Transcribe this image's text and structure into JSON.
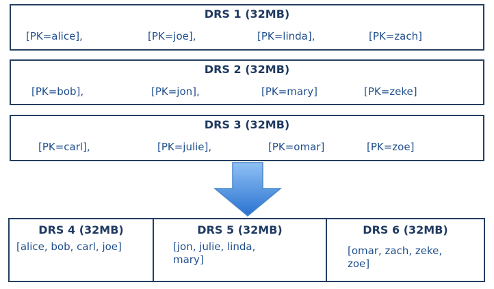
{
  "top_boxes": [
    {
      "title": "DRS 1 (32MB)",
      "keys": [
        "[PK=alice],",
        "[PK=joe],",
        "[PK=linda],",
        "[PK=zach]"
      ]
    },
    {
      "title": "DRS 2 (32MB)",
      "keys": [
        "[PK=bob],",
        "[PK=jon],",
        "[PK=mary]",
        "[PK=zeke]"
      ]
    },
    {
      "title": "DRS 3 (32MB)",
      "keys": [
        "[PK=carl],",
        "[PK=julie],",
        "[PK=omar]",
        "[PK=zoe]"
      ]
    }
  ],
  "bottom_boxes": [
    {
      "title": "DRS 4 (32MB)",
      "body": "[alice, bob, carl, joe]"
    },
    {
      "title": "DRS 5 (32MB)",
      "body": "[jon, julie, linda, mary]"
    },
    {
      "title": "DRS 6 (32MB)",
      "body": "[omar, zach, zeke, zoe]"
    }
  ],
  "colors": {
    "border": "#243f60",
    "title": "#1f3a60",
    "text": "#1f4e8c",
    "arrow_light": "#8fc1f5",
    "arrow_dark": "#2a72d0"
  }
}
